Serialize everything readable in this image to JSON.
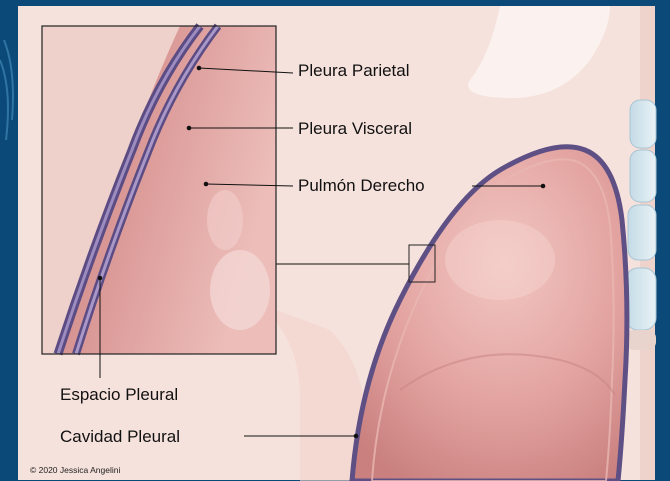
{
  "labels": {
    "parietal": "Pleura Parietal",
    "visceral": "Pleura Visceral",
    "lung": "Pulmón Derecho",
    "space": "Espacio Pleural",
    "cavity": "Cavidad Pleural"
  },
  "copyright": "© 2020 Jessica Angelini",
  "colors": {
    "frame_blue": "#0b4a78",
    "background": "#f6e2dc",
    "lung_pink": "#e4a3a0",
    "pleura_purple": "#6b5b8c"
  }
}
